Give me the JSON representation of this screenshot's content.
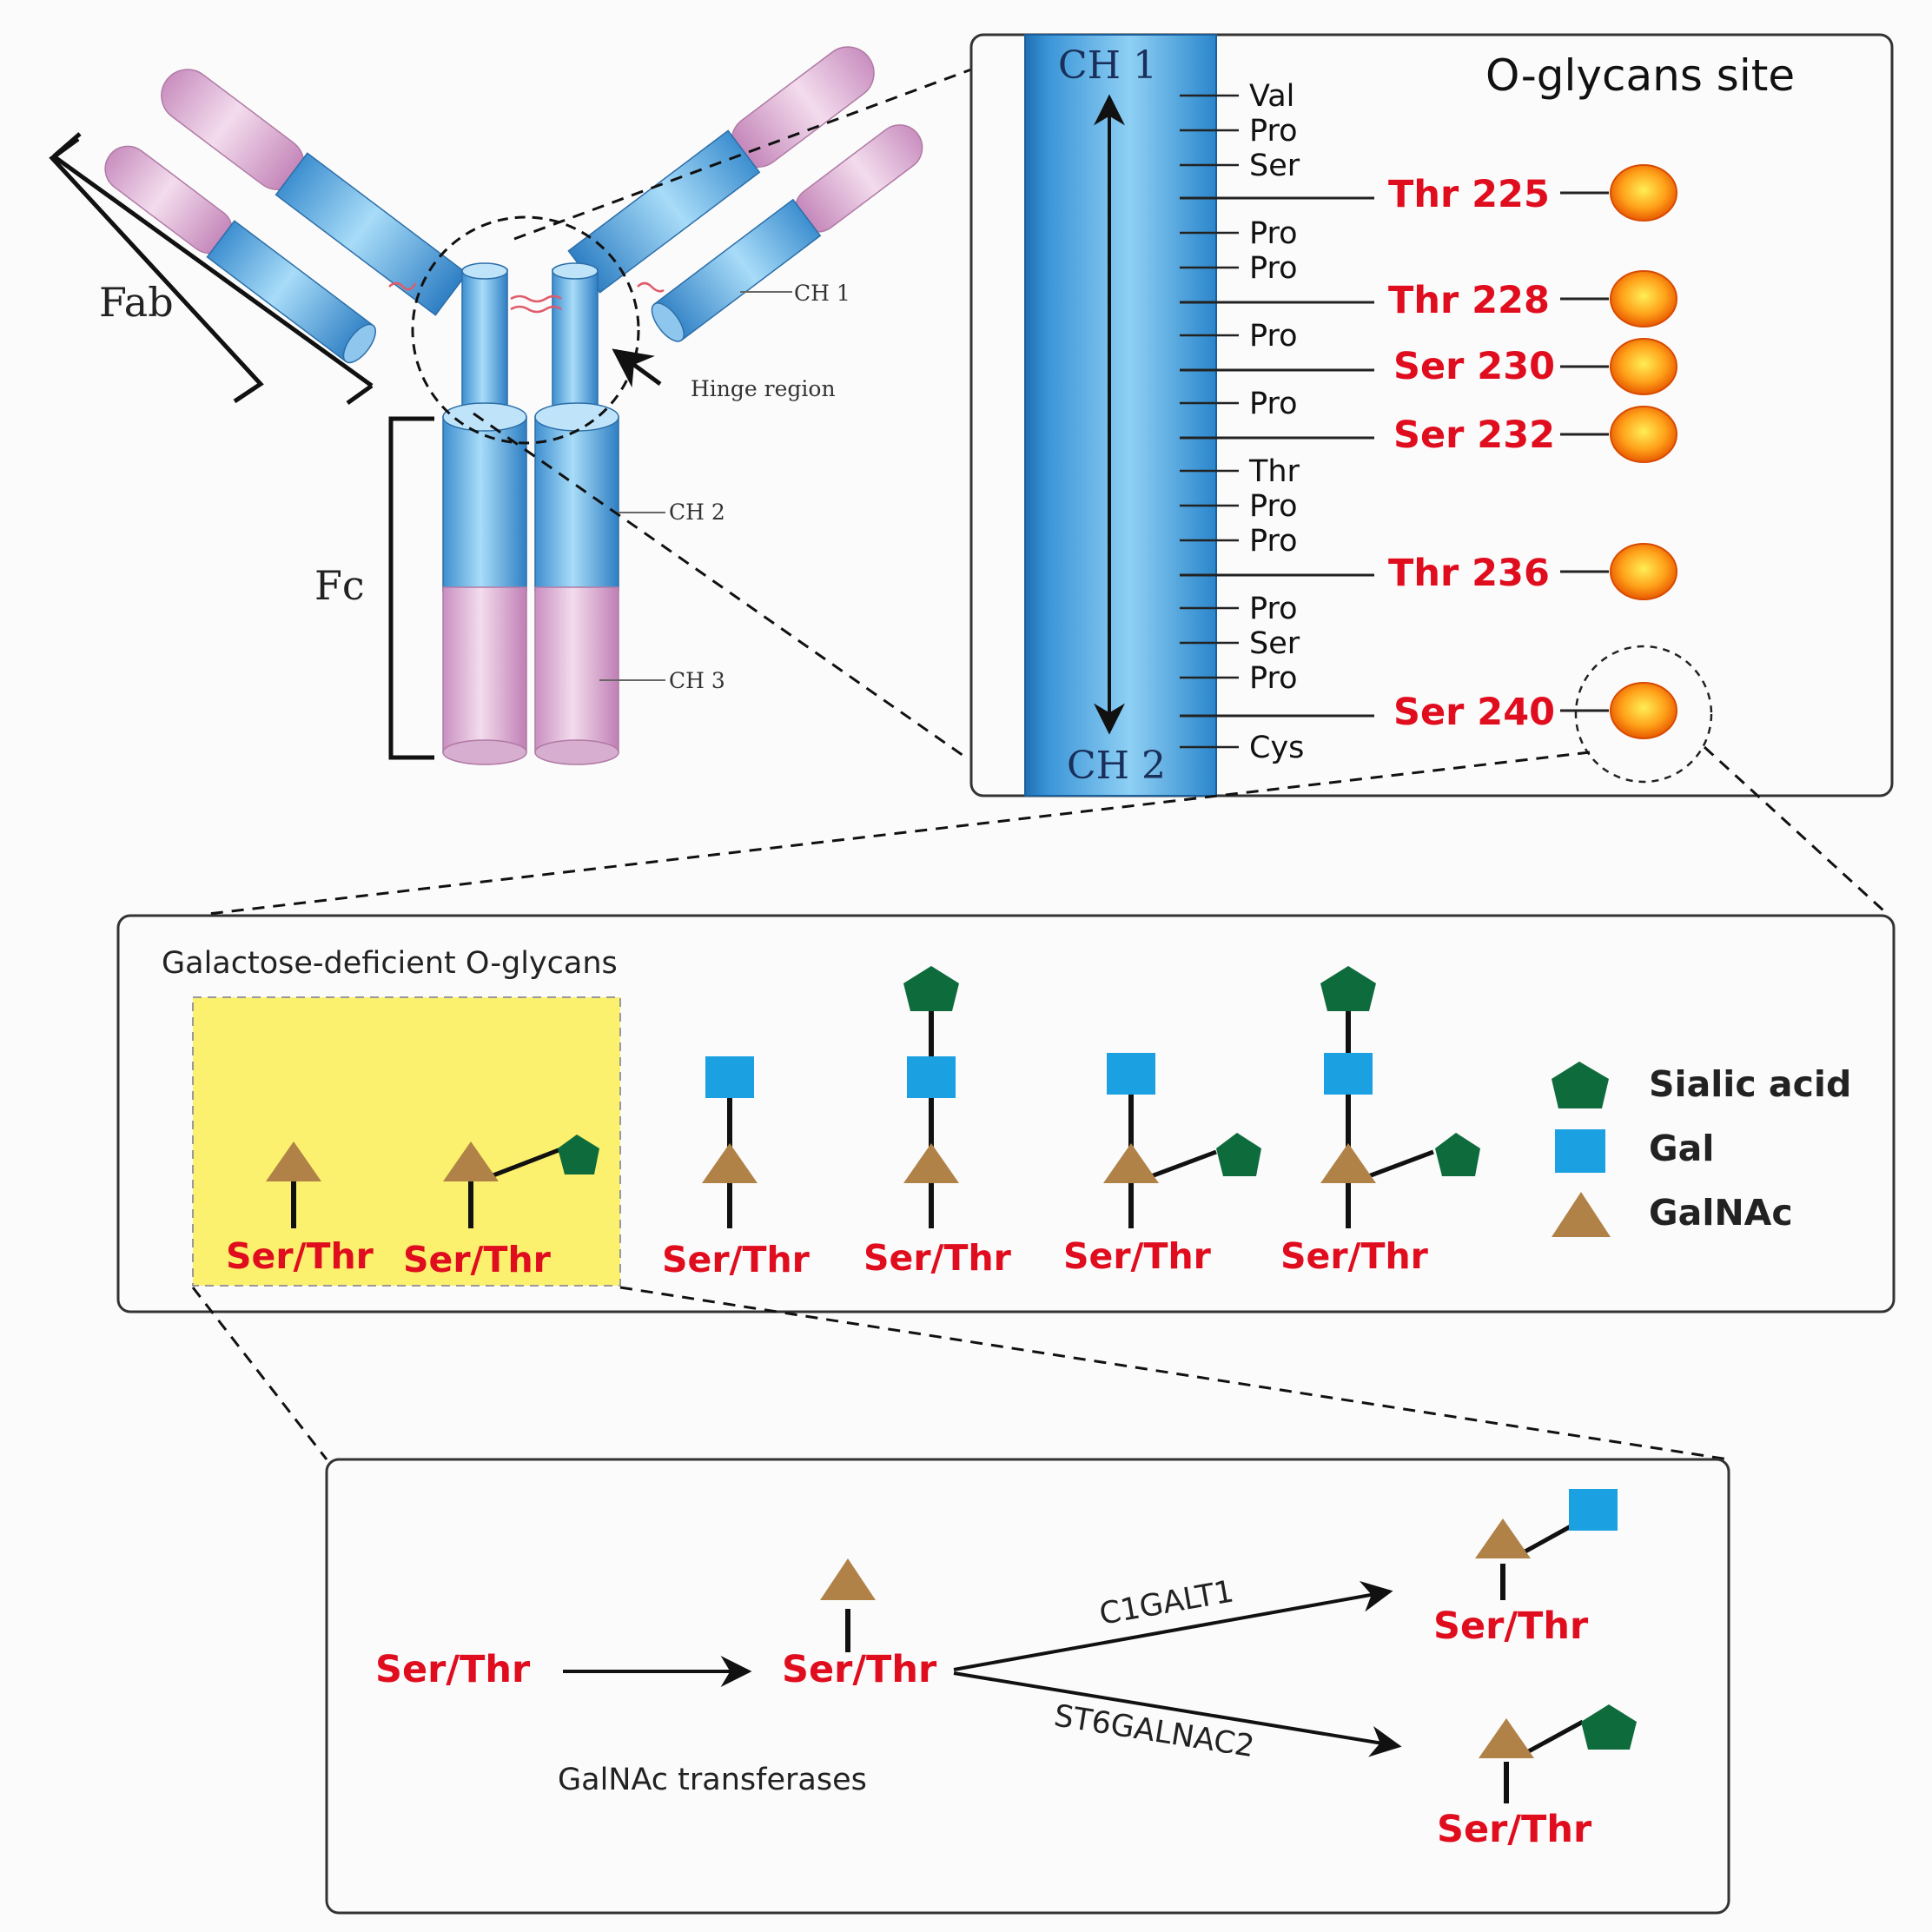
{
  "antibody": {
    "fab_label": "Fab",
    "fc_label": "Fc",
    "ch1_label": "CH 1",
    "ch2_label": "CH 2",
    "ch3_label": "CH 3",
    "hinge_label": "Hinge region"
  },
  "hinge_panel": {
    "title": "O-glycans site",
    "top_domain": "CH 1",
    "bottom_domain": "CH 2",
    "residues": [
      "Val",
      "Pro",
      "Ser",
      "Pro",
      "Pro",
      "Pro",
      "Pro",
      "Thr",
      "Pro",
      "Pro",
      "Pro",
      "Ser",
      "Pro",
      "Cys"
    ],
    "sites": [
      "Thr 225",
      "Thr 228",
      "Ser 230",
      "Ser 232",
      "Thr 236",
      "Ser 240"
    ]
  },
  "glycan_panel": {
    "title": "Galactose-deficient O-glycans",
    "structure_labels": [
      "Ser/Thr",
      "Ser/Thr",
      "Ser/Thr",
      "Ser/Thr",
      "Ser/Thr",
      "Ser/Thr"
    ],
    "legend": [
      "Sialic acid",
      "Gal",
      "GalNAc"
    ]
  },
  "pathway_panel": {
    "start": "Ser/Thr",
    "middle": "Ser/Thr",
    "enzyme_first": "GalNAc transferases",
    "enzyme_upper": "C1GALT1",
    "enzyme_lower": "ST6GALNAC2",
    "product_upper": "Ser/Thr",
    "product_lower": "Ser/Thr"
  },
  "colors": {
    "pink": "#d9a6cf",
    "blue": "#5aaee2",
    "red_text": "#e00d1e",
    "sialic_green": "#0e6b3c",
    "gal_blue": "#1ba1e2",
    "galnac_brown": "#b08248",
    "highlight_yellow": "#fbf16e",
    "orange_ball": "#ff9900"
  }
}
